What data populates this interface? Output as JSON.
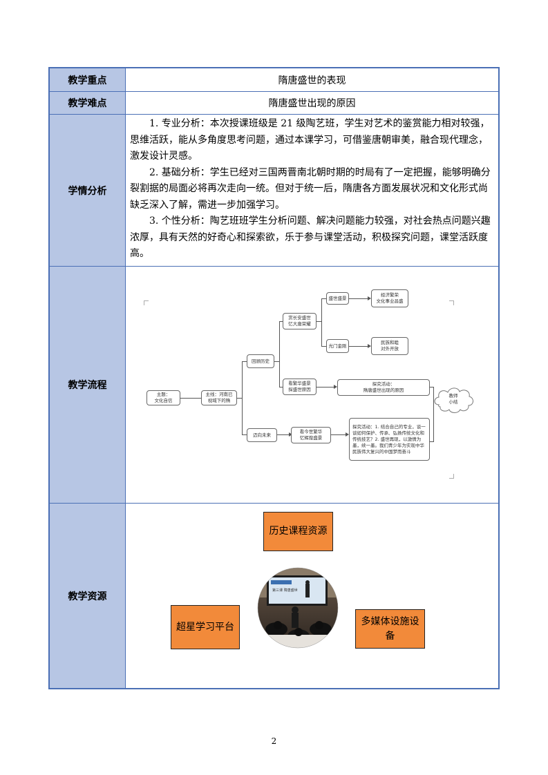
{
  "table": {
    "rows": [
      {
        "label": "教学重点",
        "value": "隋唐盛世的表现"
      },
      {
        "label": "教学难点",
        "value": "隋唐盛世出现的原因"
      },
      {
        "label": "学情分析",
        "paragraphs": [
          "1. 专业分析：本次授课班级是 21 级陶艺班，学生对艺术的鉴赏能力相对较强，思维活跃，能从多角度思考问题，通过本课学习，可借鉴唐朝审美，融合现代理念，激发设计灵感。",
          "2. 基础分析：学生已经对三国两晋南北朝时期的时局有了一定把握，能够明确分裂割据的局面必将再次走向一统。但对于统一后，隋唐各方面发展状况和文化形式尚缺乏深入了解，需进一步加强学习。",
          "3. 个性分析：陶艺班班学生分析问题、解决问题能力较强，对社会热点问题兴趣浓厚，具有天然的好奇心和探索欲，乐于参与课堂活动，积极探究问题，课堂活跃度高。"
        ]
      },
      {
        "label": "教学流程"
      },
      {
        "label": "教学资源"
      }
    ]
  },
  "flowchart": {
    "theme": "主题：\n文化自信",
    "mainline": "主线：河南已\n视域下的隋",
    "history": "回顾历史",
    "future": "迈向未来",
    "history_sub1": "赏长安盛世\n忆大唐荣耀",
    "history_sub2": "看繁华盛景\n探盛世原因",
    "branch_a": "盛世盛景",
    "branch_a_result": "经济繁荣\n文化事业昌盛",
    "branch_b": "光门金刚",
    "branch_b_result": "民族和睦\n对外开放",
    "explore1": "探究活动：\n隋唐盛世出现的原因",
    "future_sub": "看今世繁华\n忆辉煌盛景",
    "explore2": "探究活动：1. 结合自己的专业，谈一谈如何保护、传承、弘扬传统文化和传统技艺？2. 盛世再现，以激情为墨，续一墨。我们青少年为实现中华民族伟大复兴的中国梦而奋斗",
    "summary": "教师\n小结"
  },
  "resources": {
    "history": "历史课程资源",
    "platform": "超星学习平台",
    "multimedia": "多媒体设施设备"
  },
  "photo": {
    "screen_text": "第三课 隋唐盛世"
  },
  "page_number": "2"
}
